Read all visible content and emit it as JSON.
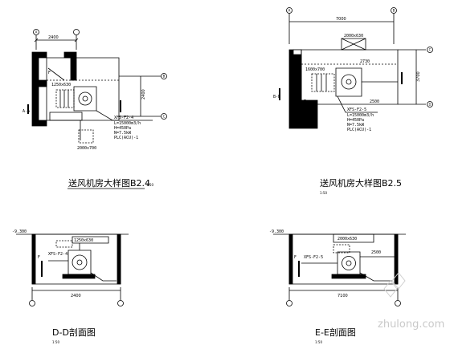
{
  "views": {
    "b24": {
      "title": "送风机房大样图B2.4",
      "scale": "1:50",
      "dim_top": "2400",
      "dim_right": "2400",
      "equipment_tag": "XFS-F2-4",
      "spec_lines": [
        "L=15000m3/h",
        "H=450Pa",
        "N=7.5kW",
        "PLC(ACU)-1"
      ],
      "duct_tag": "1250x630",
      "bottom_tag": "2000x700",
      "left_mark": "A-A",
      "fire_mark": "F",
      "grid_top": "A",
      "grid_right": [
        "B",
        "C"
      ]
    },
    "b25": {
      "title": "送风机房大样图B2.5",
      "scale": "1:50",
      "dim_top": "7000",
      "dim_right": "3700",
      "dim_inner": "2500",
      "equipment_tag": "XFS-F2-5",
      "spec_lines": [
        "L=15000m3/h",
        "H=450Pa",
        "N=7.5kW",
        "PLC(ACU)-1"
      ],
      "duct_tag": "1600x700",
      "top_tag": "2000x630",
      "inner_tag": "2730",
      "left_mark": "B-B",
      "fire_mark": "F",
      "grid_top": [
        "A",
        "B"
      ],
      "grid_right": [
        "C",
        "D"
      ]
    },
    "dd": {
      "title": "D-D剖面图",
      "scale": "1:50",
      "level_left": "-9.300",
      "dim_bottom": "2400",
      "tag_a": "1250x630",
      "tag_b": "XFS-F2-4",
      "fire_mark": "F"
    },
    "ee": {
      "title": "E-E剖面图",
      "scale": "1:50",
      "level_left": "-9.300",
      "dim_bottom": "7100",
      "tag_a": "2000x630",
      "tag_b": "XFS-F2-5",
      "dim_inner": "2500",
      "fire_mark": "F"
    }
  },
  "watermark": "zhulong.com"
}
